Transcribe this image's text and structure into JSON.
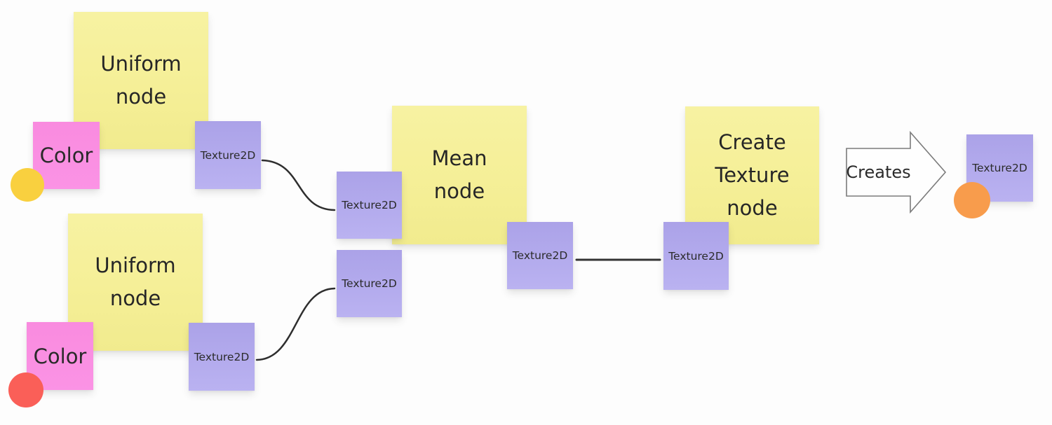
{
  "diagram": {
    "groups": {
      "uniform_top": {
        "node": "Uniform\nnode",
        "input": "Color",
        "input_dot_color": "#F9D03F",
        "output": "Texture2D"
      },
      "uniform_bottom": {
        "node": "Uniform\nnode",
        "input": "Color",
        "input_dot_color": "#FA5F58",
        "output": "Texture2D"
      },
      "mean": {
        "node": "Mean\nnode",
        "input_1": "Texture2D",
        "input_2": "Texture2D",
        "output": "Texture2D"
      },
      "create_texture": {
        "node": "Create\nTexture\nnode",
        "input": "Texture2D"
      },
      "result": {
        "note": "Texture2D",
        "dot_color": "#F89C4C"
      }
    },
    "arrow": {
      "label": "Creates"
    },
    "colors": {
      "yellow_note": "#F5EF97",
      "pink_note": "#FA8FE2",
      "purple_note": "#AFA7EC",
      "dot_yellow": "#F9D03F",
      "dot_red": "#FA5F58",
      "dot_orange": "#F89C4C",
      "connector": "#2E2E2E",
      "arrow_outline": "#7B7B7B",
      "background": "#FDFDFD"
    }
  }
}
